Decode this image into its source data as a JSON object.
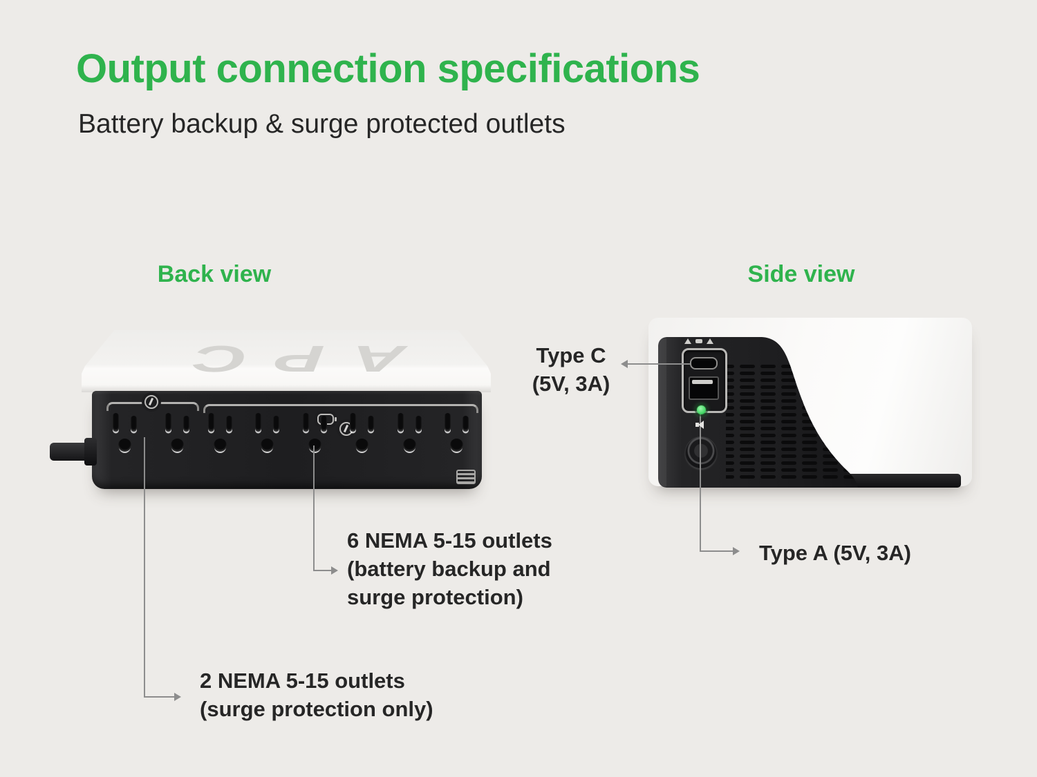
{
  "colors": {
    "background": "#edebe8",
    "accent_green": "#2fb34d",
    "text_dark": "#262626",
    "leader_gray": "#8d8d8d",
    "led_green": "#46d967",
    "device_black": "#1f1f21",
    "device_white": "#f6f5f3"
  },
  "header": {
    "title": "Output connection specifications",
    "subtitle": "Battery backup & surge protected outlets"
  },
  "back_view": {
    "label": "Back view",
    "brand_logo": "APC",
    "outlet_groups": [
      {
        "type": "surge-protection-only",
        "outlets": 2
      },
      {
        "type": "battery-backup-and-surge",
        "outlets": 6
      }
    ]
  },
  "side_view": {
    "label": "Side view"
  },
  "annotations": {
    "type_c": {
      "line1": "Type C",
      "line2": "(5V, 3A)"
    },
    "type_a": {
      "label": "Type A (5V, 3A)"
    },
    "nema_six": {
      "line1": "6 NEMA 5-15 outlets",
      "line2": "(battery backup and",
      "line3": "surge protection)"
    },
    "nema_two": {
      "line1": "2 NEMA 5-15 outlets",
      "line2": "(surge protection only)"
    }
  },
  "icons": {
    "surge_icon": "lightning-in-circle",
    "battery_icon": "battery",
    "status_led": "green-led",
    "mute_icon": "alarm-mute",
    "rating_label_icon": "ratings-grid"
  }
}
